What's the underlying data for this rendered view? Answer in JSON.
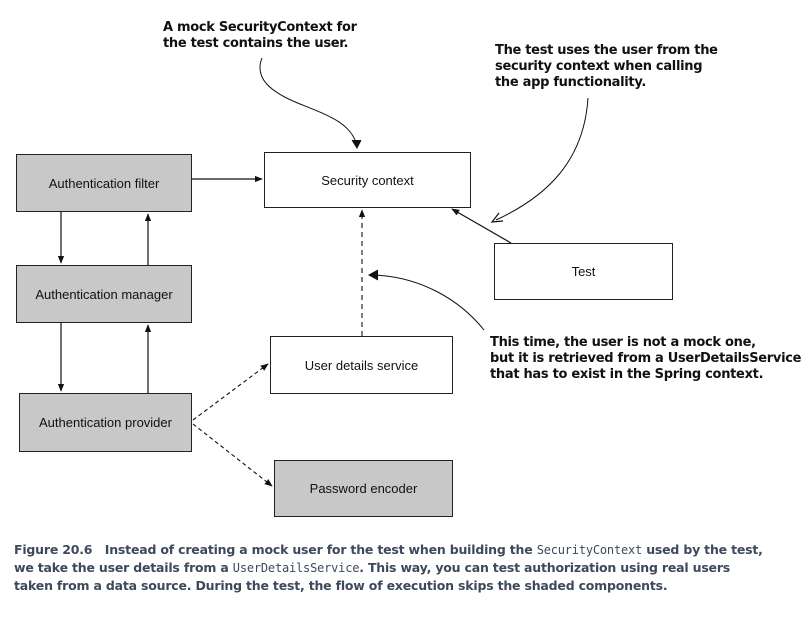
{
  "boxes": {
    "auth_filter": "Authentication filter",
    "auth_manager": "Authentication manager",
    "auth_provider": "Authentication provider",
    "security_context": "Security context",
    "test": "Test",
    "user_details_service": "User details service",
    "password_encoder": "Password encoder"
  },
  "callouts": {
    "mock_context": [
      "A mock SecurityContext for",
      "the test contains the user."
    ],
    "test_uses_user": [
      "The test uses the user from the",
      "security context when calling",
      "the app functionality."
    ],
    "not_mock": [
      "This time, the user is not a mock one,",
      "but it is retrieved from a UserDetailsService",
      "that has to exist in the Spring context."
    ]
  },
  "caption": {
    "number": "Figure 20.6",
    "line1_a": "Instead of creating a mock user for the test when building the ",
    "line1_code": "SecurityContext",
    "line1_b": " used by the test,",
    "line2_a": "we take the user details from a ",
    "line2_code": "UserDetailsService",
    "line2_b": ". This way, you can test authorization using real users",
    "line3": "taken from a data source. During the test, the flow of execution skips the shaded components."
  },
  "colors": {
    "shaded_box": "#c8c8c8",
    "caption_text": "#3d4a5c"
  }
}
